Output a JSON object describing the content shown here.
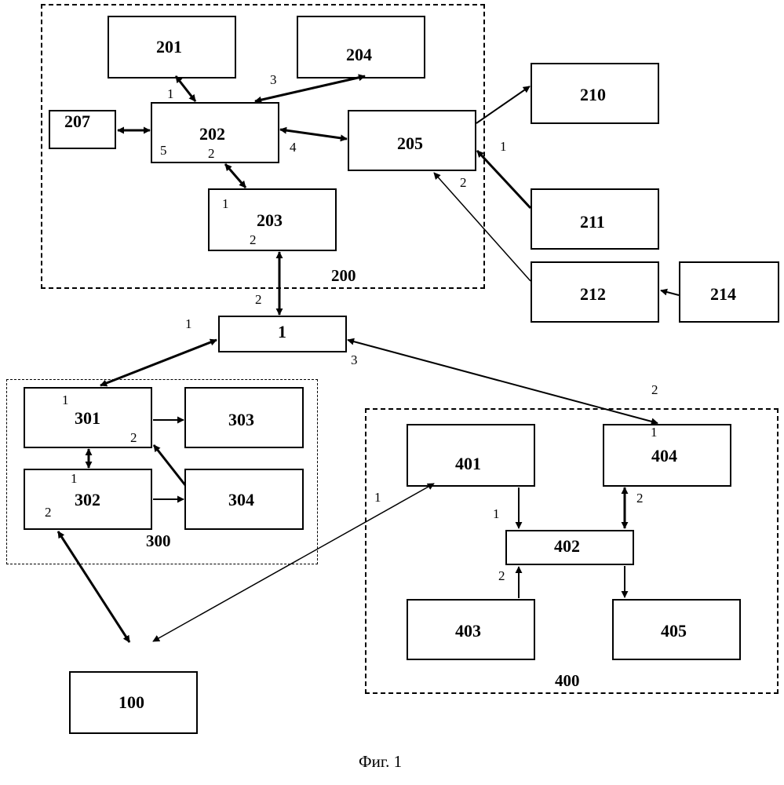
{
  "groups": {
    "g200": {
      "label": "200"
    },
    "g300": {
      "label": "300"
    },
    "g400": {
      "label": "400"
    }
  },
  "blocks": {
    "b1": "1",
    "b100": "100",
    "b201": "201",
    "b202": "202",
    "b203": "203",
    "b204": "204",
    "b205": "205",
    "b207": "207",
    "b210": "210",
    "b211": "211",
    "b212": "212",
    "b214": "214",
    "b301": "301",
    "b302": "302",
    "b303": "303",
    "b304": "304",
    "b401": "401",
    "b402": "402",
    "b403": "403",
    "b404": "404",
    "b405": "405"
  },
  "ports": {
    "p1": "1",
    "p2": "2",
    "p3": "3",
    "p4": "4",
    "p5": "5"
  },
  "caption": "Фиг. 1"
}
